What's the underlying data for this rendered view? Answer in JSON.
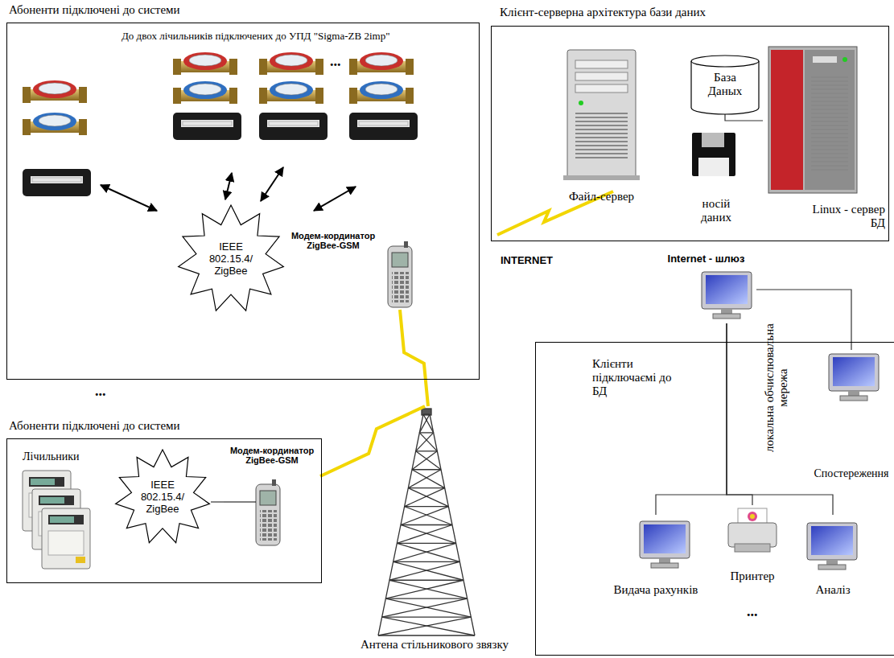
{
  "diagram": {
    "nodes": [
      {
        "text": [
          "Абоненти підключені до системи",
          "До двох лічильників підключених до УПД \"Sigma-ZB 2imp\""
        ]
      },
      {
        "text": [
          "IEEE 802.15.4/ ZigBee"
        ],
        "in": 0
      },
      {
        "text": [
          "Модем-кординатор ZigBee-GSM"
        ],
        "in": 0
      },
      {
        "text": [
          "Абоненти підключені до системи"
        ]
      },
      {
        "text": [
          "IEEE 802.15.4/ ZigBee"
        ],
        "in": 3
      },
      {
        "text": [
          "Модем-кординатор ZigBee-GSM"
        ],
        "in": 3
      },
      {
        "text": [
          "Антена стільникового звязку"
        ]
      },
      {
        "text": [
          "Клієнт-серверна архітектура бази даних"
        ]
      },
      {
        "text": [
          "Файл-сервер"
        ],
        "in": 7
      },
      {
        "text": [
          "База Даных"
        ],
        "in": 7
      },
      {
        "text": [
          "носій даних"
        ],
        "in": 7
      },
      {
        "text": [
          "Linux - сервер БД"
        ],
        "in": 7
      },
      {
        "text": [
          "Internet - шлюз"
        ]
      },
      {
        "text": [
          "Клієнти підключаємі до БД"
        ]
      },
      {
        "text": [
          "Спостереження"
        ],
        "in": 13
      },
      {
        "text": [
          "Видача рахунків"
        ],
        "in": 13
      },
      {
        "text": [
          "Принтер"
        ],
        "in": 13
      },
      {
        "text": [
          "Аналіз"
        ],
        "in": 13
      }
    ],
    "edges": [
      {
        "from": 2,
        "to": 6,
        "arrow": "none"
      },
      {
        "from": 5,
        "to": 6,
        "arrow": "none"
      },
      {
        "from": 4,
        "to": 5,
        "arrow": "none"
      },
      {
        "from": 9,
        "to": 11,
        "arrow": "none"
      },
      {
        "from": 12,
        "to": 14,
        "arrow": "none"
      },
      {
        "from": 12,
        "to": 15,
        "arrow": "none"
      },
      {
        "from": 12,
        "to": 16,
        "arrow": "none"
      },
      {
        "from": 12,
        "to": 17,
        "arrow": "none"
      }
    ],
    "labels": [
      "...",
      "...",
      "Лічильники",
      "INTERNET",
      "локальна обчислювальна мережа",
      "..."
    ]
  }
}
